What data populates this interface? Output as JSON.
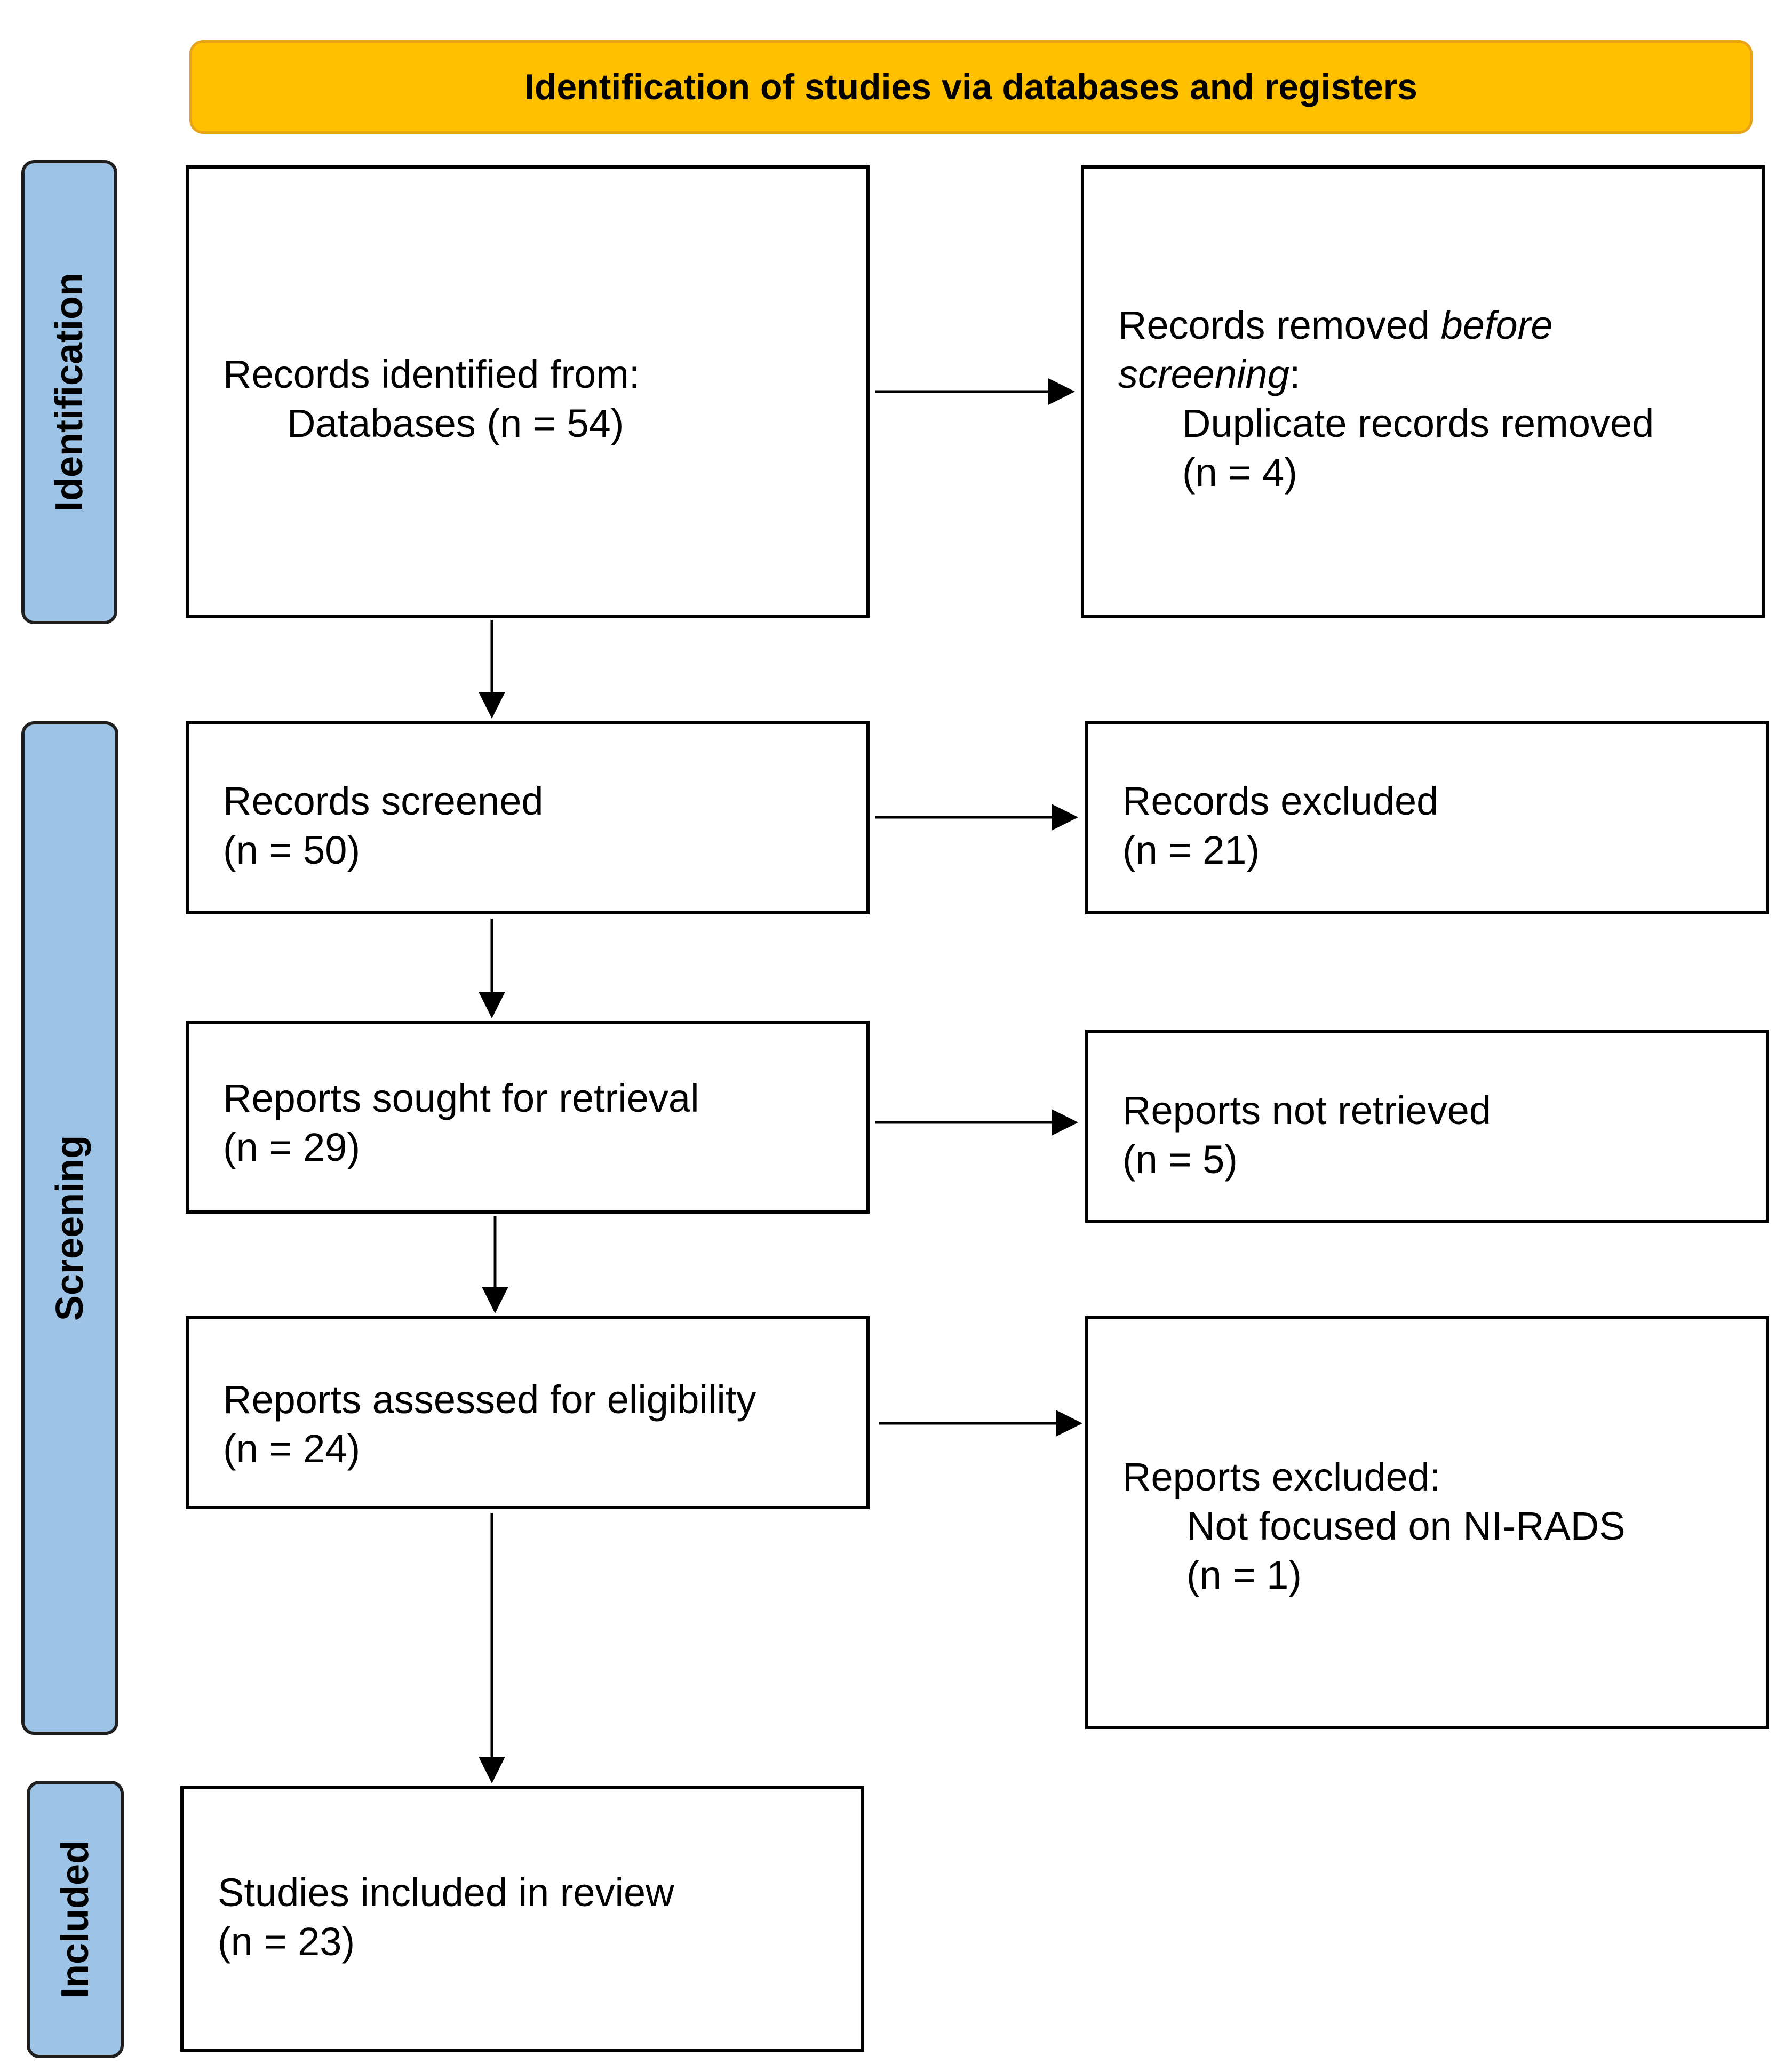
{
  "header": {
    "title": "Identification of studies via databases and registers"
  },
  "phases": {
    "identification": "Identification",
    "screening": "Screening",
    "included": "Included"
  },
  "boxes": {
    "records_identified": {
      "line1": "Records identified from:",
      "line2": "Databases (n = 54)"
    },
    "records_removed": {
      "prefix": "Records removed ",
      "before": "before",
      "screening_word": "screening",
      "colon": ":",
      "line3": "Duplicate records removed",
      "line4": "(n = 4)"
    },
    "records_screened": {
      "line1": "Records screened",
      "line2": "(n = 50)"
    },
    "records_excluded": {
      "line1": "Records excluded",
      "line2": "(n = 21)"
    },
    "reports_sought": {
      "line1": "Reports sought for retrieval",
      "line2": "(n = 29)"
    },
    "reports_not_retrieved": {
      "line1": "Reports not retrieved",
      "line2": "(n = 5)"
    },
    "reports_assessed": {
      "line1": "Reports assessed for eligibility",
      "line2": "(n = 24)"
    },
    "reports_excluded": {
      "line1": "Reports excluded:",
      "line2": "Not focused on NI-RADS",
      "line3": "(n = 1)"
    },
    "studies_included": {
      "line1": "Studies included in review",
      "line2": "(n = 23)"
    }
  },
  "colors": {
    "header_fill": "#FFC000",
    "phase_fill": "#9DC3E6"
  }
}
